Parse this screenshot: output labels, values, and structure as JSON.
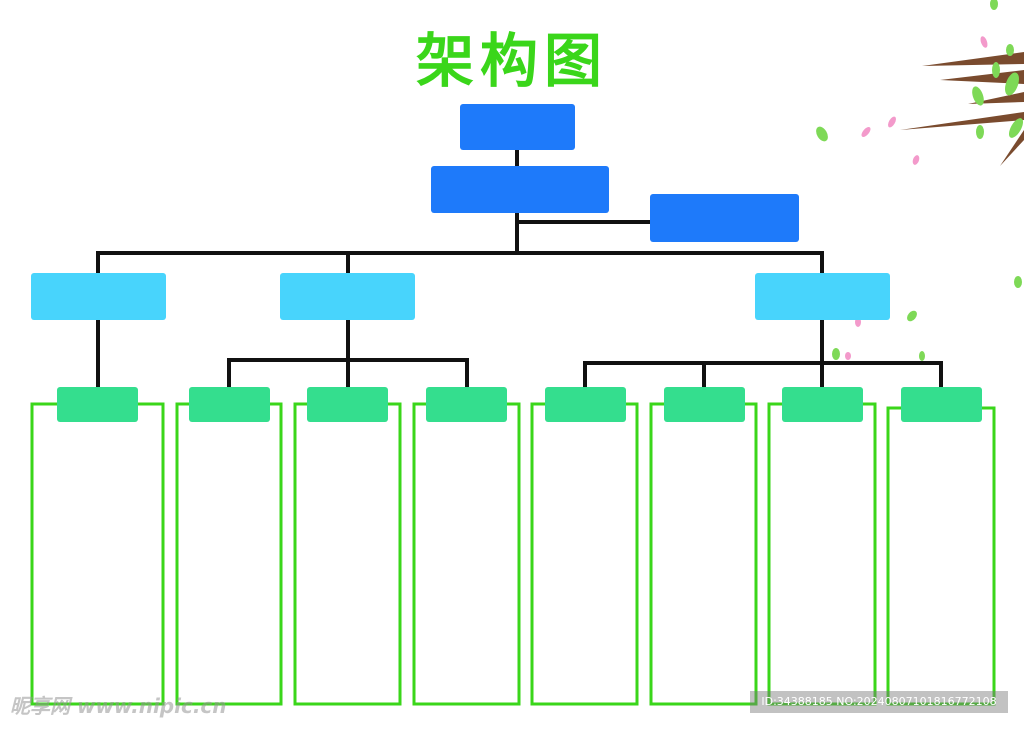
{
  "title": "架构图",
  "watermark": {
    "site": "昵享网 www.nipic.cn",
    "id_line": "ID:34388185 NO:20240807101816772108"
  },
  "colors": {
    "title": "#3ad61a",
    "top_box": "#1e7afa",
    "dept_box": "#48d4fc",
    "team_box": "#34de8e",
    "connector": "#111111",
    "panel_border": "#3ad61a",
    "branch": "#7a4b2e",
    "leaf": "#7ed957",
    "petal": "#f39acb"
  }
}
